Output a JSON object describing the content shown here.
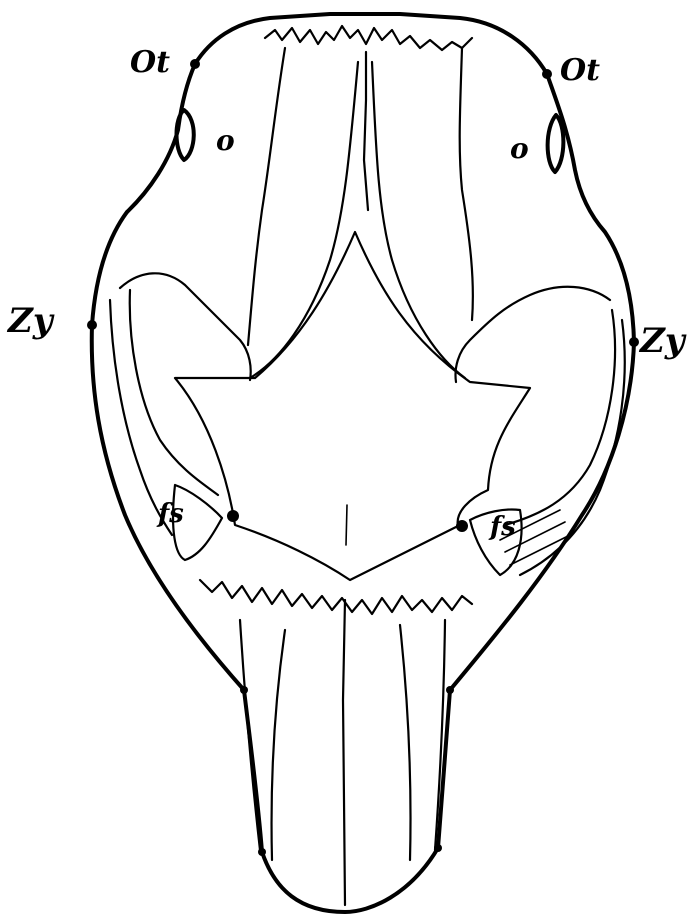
{
  "labels": {
    "ot_left": "Ot",
    "ot_right": "Ot",
    "o_left": "o",
    "o_right": "o",
    "zy_left": "Zy",
    "zy_right": "Zy",
    "fs_left": "fs",
    "fs_right": "fs"
  }
}
